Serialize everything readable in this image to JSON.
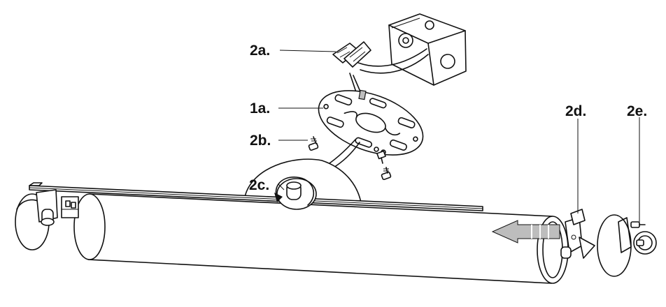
{
  "labels": {
    "mounting_plate": "1a.",
    "wire_connectors": "2a.",
    "plate_screws": "2b.",
    "bracket_nut": "2c.",
    "end_bracket": "2d.",
    "end_cap_screws": "2e."
  },
  "colors": {
    "line": "#111111",
    "background": "#ffffff",
    "arrow_fill": "#bdbdbd"
  },
  "icons": {
    "rotation": "rotate-arrow-icon",
    "direction": "slide-direction-arrow-icon"
  }
}
